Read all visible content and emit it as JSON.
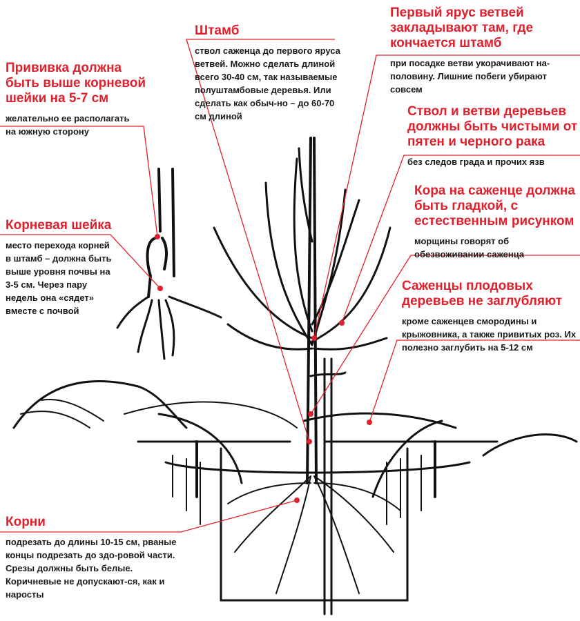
{
  "colors": {
    "accent": "#e0202c",
    "text": "#1a1a1a",
    "ink": "#111111"
  },
  "callouts": {
    "grafting": {
      "title": "Прививка должна быть выше корневой шейки на 5-7 см",
      "text": "желательно ее располагать на южную сторону"
    },
    "root_collar": {
      "title": "Корневая шейка",
      "text": "место перехода корней в штамб – должна быть выше уровня почвы на 3-5 см. Через пару недель она «сядет» вместе с почвой"
    },
    "stem": {
      "title": "Штамб",
      "text": "ствол саженца до первого яруса ветвей. Можно сделать длиной всего 30-40 см, так называемые полуштамбовые деревья. Или сделать как обыч-но – до 60-70 см длиной"
    },
    "first_tier": {
      "title": "Первый ярус ветвей закладывают там, где кончается штамб",
      "text": "при посадке ветви укорачивают на-половину. Лишние побеги убирают совсем"
    },
    "clean_trunk": {
      "title": "Ствол и ветви деревьев должны быть чистыми от пятен и черного рака",
      "text": "без следов града и прочих язв"
    },
    "bark": {
      "title": "Кора на саженце должна быть гладкой, с естественным рисунком",
      "text": "морщины говорят об обезвоживании саженца"
    },
    "depth": {
      "title": "Саженцы плодовых деревьев не заглубляют",
      "text": "кроме саженцев смородины и крыжовника, а также привитых роз. Их полезно заглубить на 5-12 см"
    },
    "roots": {
      "title": "Корни",
      "text": "подрезать до длины 10-15 см, рваные концы подрезать до здо-ровой части. Срезы должны быть белые. Коричневые не допускают-ся, как и наросты"
    }
  }
}
